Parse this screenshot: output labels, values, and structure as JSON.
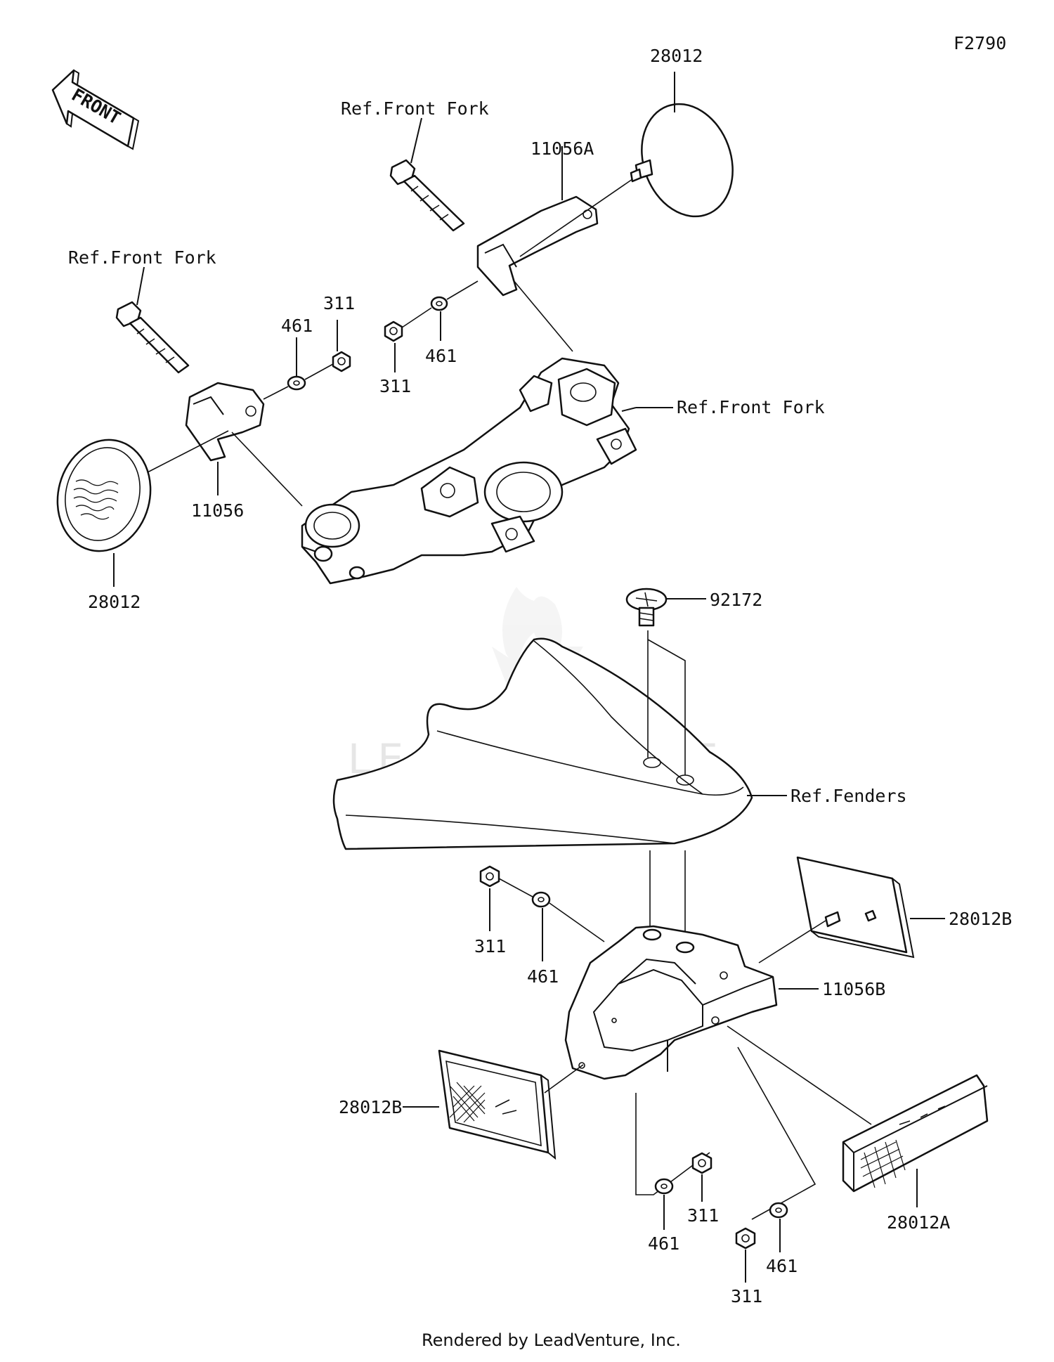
{
  "figure_code": "F2790",
  "front_arrow": "FRONT",
  "watermark": "LEADVENTURE",
  "footer": "Rendered by LeadVenture, Inc.",
  "labels": {
    "p28012_top": "28012",
    "ref_fork_top": "Ref.Front Fork",
    "p11056A": "11056A",
    "ref_fork_left": "Ref.Front Fork",
    "p311_a": "311",
    "p461_a": "461",
    "p311_b": "311",
    "p461_b": "461",
    "ref_fork_right": "Ref.Front Fork",
    "p11056": "11056",
    "p28012_left": "28012",
    "p92172": "92172",
    "ref_fenders": "Ref.Fenders",
    "p28012B_right": "28012B",
    "p311_c": "311",
    "p461_c": "461",
    "p11056B": "11056B",
    "p28012B_left": "28012B",
    "p28012A": "28012A",
    "p461_d": "461",
    "p311_d": "311",
    "p311_e": "311",
    "p461_e": "461"
  }
}
